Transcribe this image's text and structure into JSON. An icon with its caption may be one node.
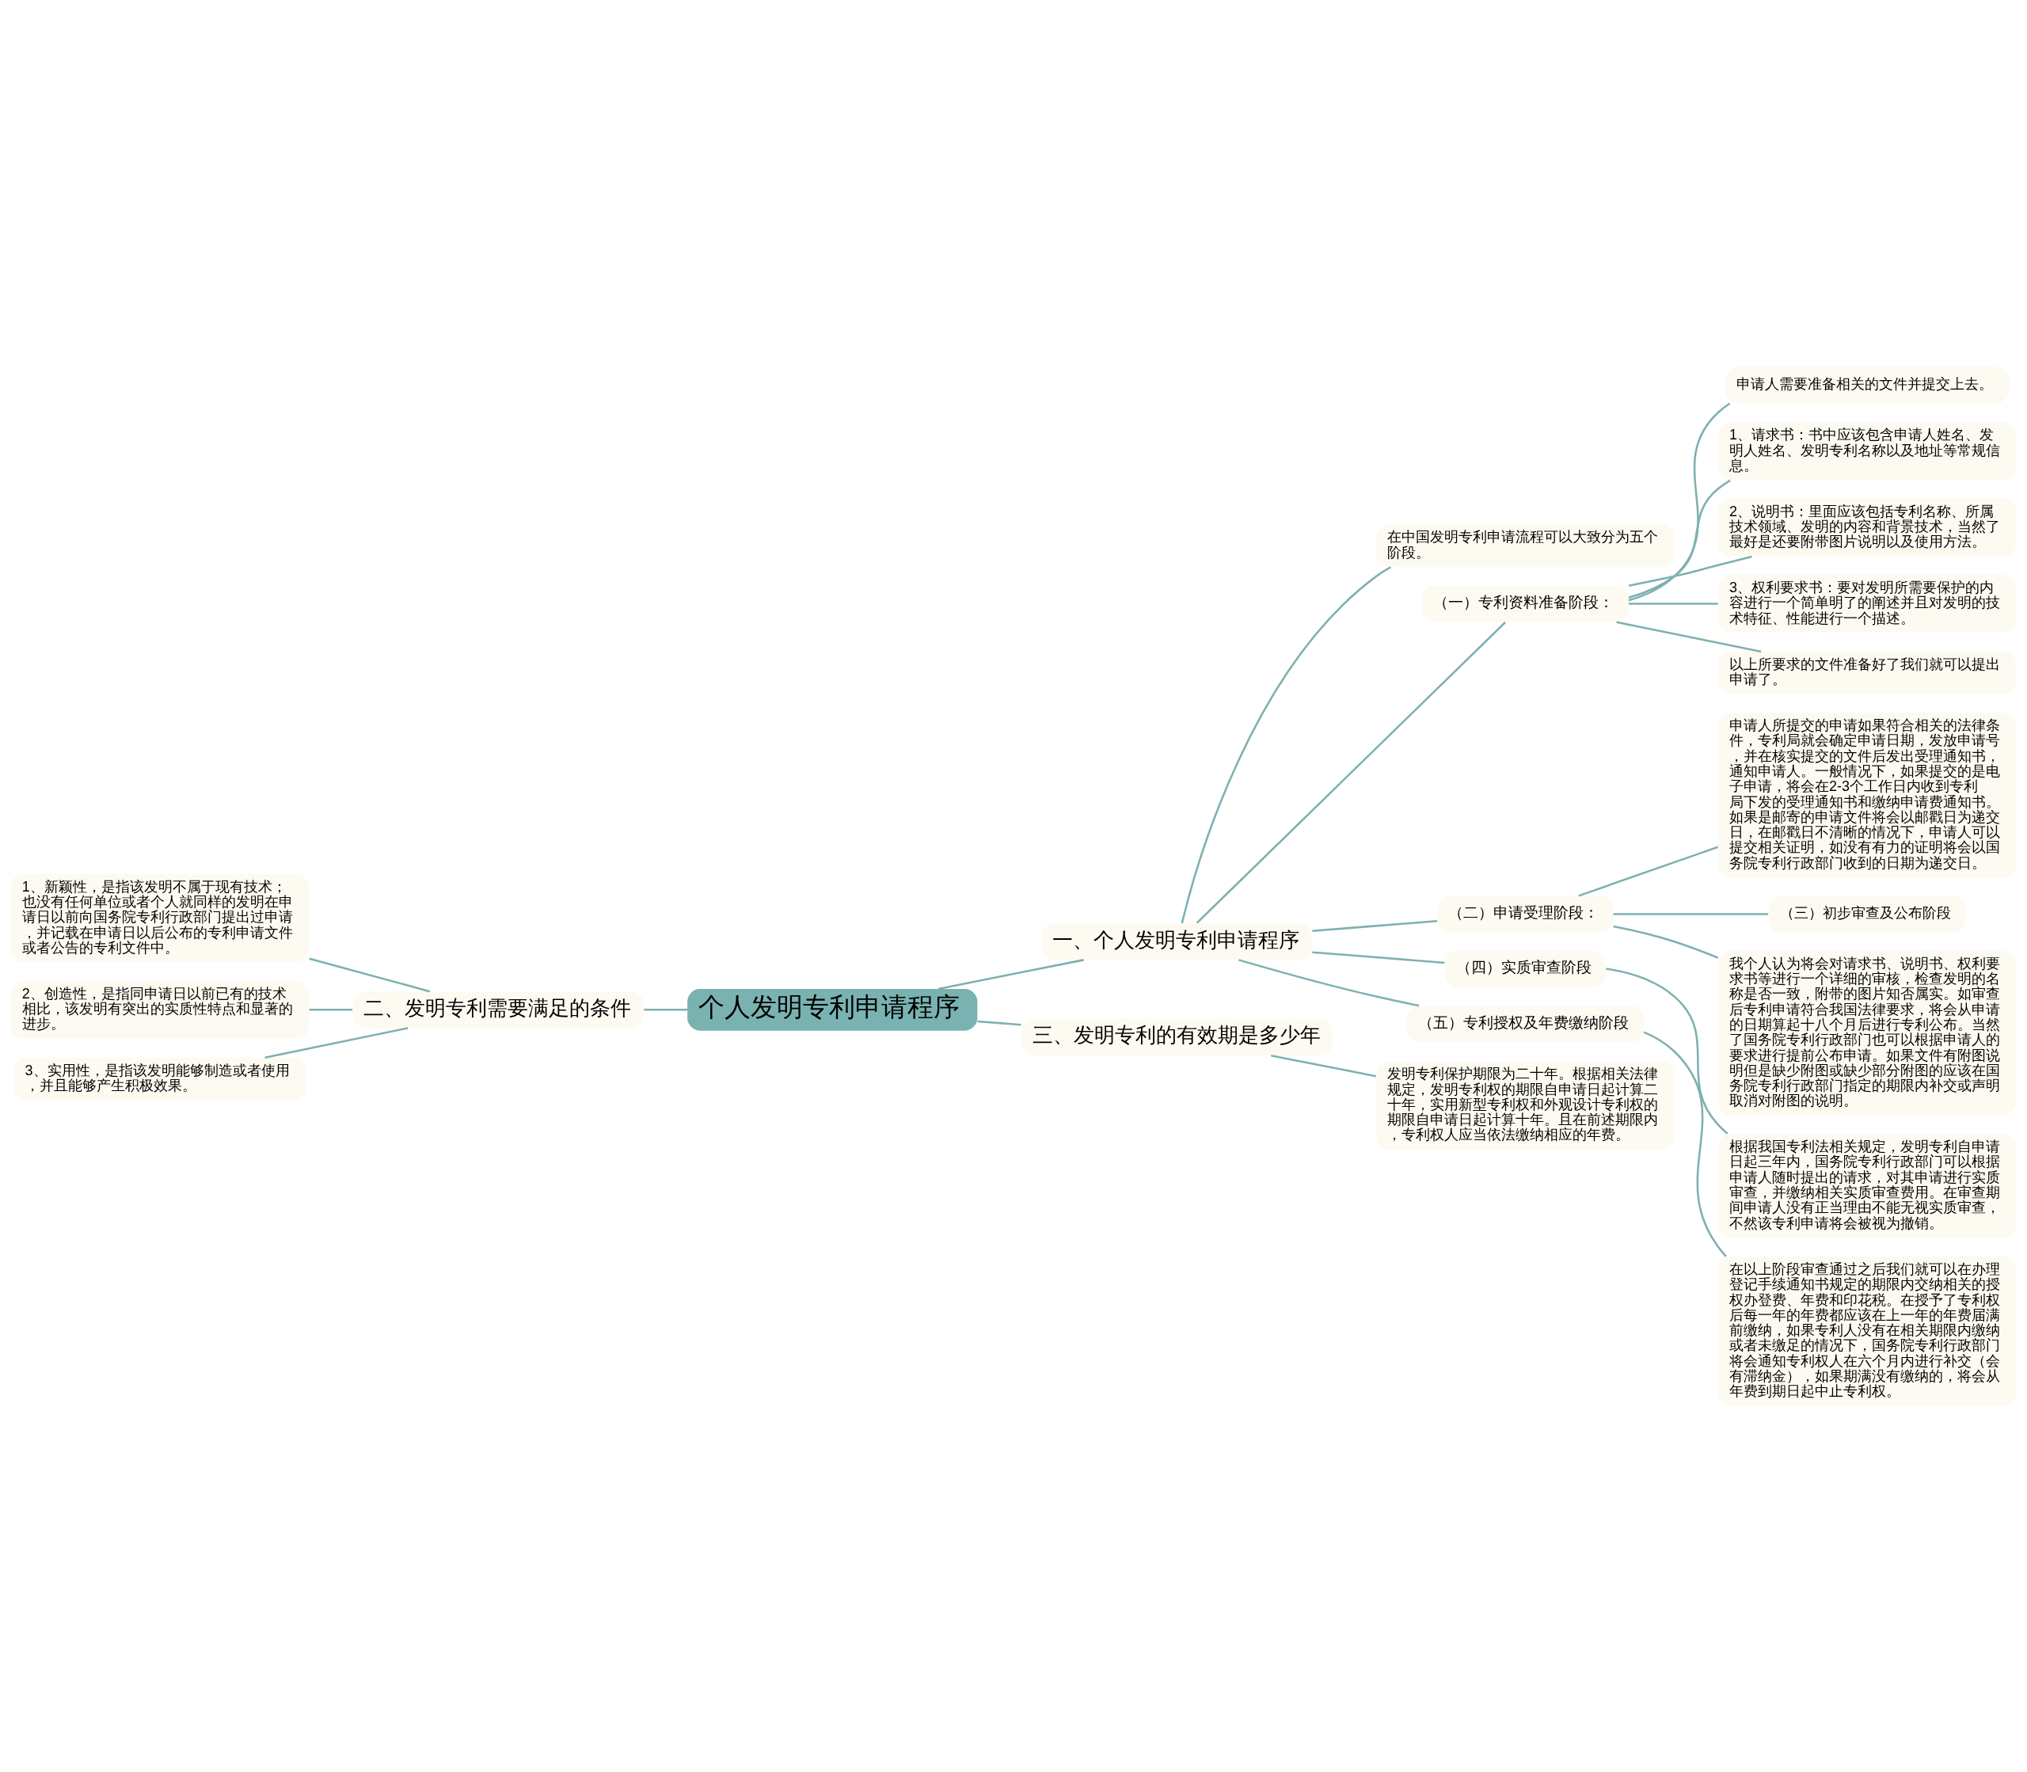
{
  "diagram": {
    "nodes": [
      {
        "text": [
          "个人发明专利申请程序"
        ]
      },
      {
        "text": [
          "一、个人发明专利申请程序"
        ]
      },
      {
        "text": [
          "在中国发明专利申请流程可以大致分为五个阶段。"
        ]
      },
      {
        "text": [
          "（一）专利资料准备阶段："
        ]
      },
      {
        "text": [
          "申请人需要准备相关的文件并提交上去。"
        ]
      },
      {
        "text": [
          "1、请求书：书中应该包含申请人姓名、发明人姓名、发明专利名称以及地址等常规信息。"
        ]
      },
      {
        "text": [
          "2、说明书：里面应该包括专利名称、所属技术领域、发明的内容和背景技术，当然了最好是还要附带图片说明以及使用方法。"
        ]
      },
      {
        "text": [
          "3、权利要求书：要对发明所需要保护的内容进行一个简单明了的阐述并且对发明的技术特征、性能进行一个描述。"
        ]
      },
      {
        "text": [
          "以上所要求的文件准备好了我们就可以提出申请了。"
        ]
      },
      {
        "text": [
          "（二）申请受理阶段："
        ]
      },
      {
        "text": [
          "申请人所提交的申请如果符合相关的法律条件，专利局就会确定申请日期，发放申请号，并在核实提交的文件后发出受理通知书，通知申请人。一般情况下，如果提交的是电子申请，将会在2-3个工作日内收到专利局下发的受理通知书和缴纳申请费通知书。如果是邮寄的申请文件将会以邮戳日为递交日，在邮戳日不清晰的情况下，申请人可以提交相关证明，如没有有力的证明将会以国务院专利行政部门收到的日期为递交日。"
        ]
      },
      {
        "text": [
          "（三）初步审查及公布阶段"
        ]
      },
      {
        "text": [
          "我个人认为将会对请求书、说明书、权利要求书等进行一个详细的审核，检查发明的名称是否一致，附带的图片知否属实。如审查后专利申请符合我国法律要求，将会从申请的日期算起十八个月后进行专利公布。当然了国务院专利行政部门也可以根据申请人的要求进行提前公布申请。如果文件有附图说明但是缺少附图或缺少部分附图的应该在国务院专利行政部门指定的期限内补交或声明取消对附图的说明。"
        ]
      },
      {
        "text": [
          "（四）实质审查阶段"
        ]
      },
      {
        "text": [
          "根据我国专利法相关规定，发明专利自申请日起三年内，国务院专利行政部门可以根据申请人随时提出的请求，对其申请进行实质审查，并缴纳相关实质审查费用。在审查期间申请人没有正当理由不能无视实质审查，不然该专利申请将会被视为撤销。"
        ]
      },
      {
        "text": [
          "（五）专利授权及年费缴纳阶段"
        ]
      },
      {
        "text": [
          "在以上阶段审查通过之后我们就可以在办理登记手续通知书规定的期限内交纳相关的授权办登费、年费和印花税。在授予了专利权后每一年的年费都应该在上一年的年费届满前缴纳，如果专利人没有在相关期限内缴纳或者未缴足的情况下，国务院专利行政部门将会通知专利权人在六个月内进行补交（会有滞纳金），如果期满没有缴纳的，将会从年费到期日起中止专利权。"
        ]
      },
      {
        "text": [
          "三、发明专利的有效期是多少年"
        ]
      },
      {
        "text": [
          "发明专利保护期限为二十年。根据相关法律规定，发明专利权的期限自申请日起计算二十年，实用新型专利权和外观设计专利权的期限自申请日起计算十年。且在前述期限内，专利权人应当依法缴纳相应的年费。"
        ]
      },
      {
        "text": [
          "二、发明专利需要满足的条件"
        ]
      },
      {
        "text": [
          "1、新颖性，是指该发明不属于现有技术；也没有任何单位或者个人就同样的发明在申请日以前向国务院专利行政部门提出过申请，并记载在申请日以后公布的专利申请文件或者公告的专利文件中。"
        ]
      },
      {
        "text": [
          "2、创造性，是指同申请日以前已有的技术相比，该发明有突出的实质性特点和显著的进步。"
        ]
      },
      {
        "text": [
          "3、实用性，是指该发明能够制造或者使用，并且能够产生积极效果。"
        ]
      }
    ],
    "edges": [
      {
        "from": 0,
        "to": 1,
        "arrow": "none"
      },
      {
        "from": 0,
        "to": 17,
        "arrow": "none"
      },
      {
        "from": 0,
        "to": 19,
        "arrow": "none"
      },
      {
        "from": 1,
        "to": 2,
        "arrow": "none"
      },
      {
        "from": 1,
        "to": 3,
        "arrow": "none"
      },
      {
        "from": 1,
        "to": 9,
        "arrow": "none"
      },
      {
        "from": 1,
        "to": 13,
        "arrow": "none"
      },
      {
        "from": 1,
        "to": 15,
        "arrow": "none"
      },
      {
        "from": 3,
        "to": 4,
        "arrow": "none"
      },
      {
        "from": 3,
        "to": 5,
        "arrow": "none"
      },
      {
        "from": 3,
        "to": 6,
        "arrow": "none"
      },
      {
        "from": 3,
        "to": 7,
        "arrow": "none"
      },
      {
        "from": 3,
        "to": 8,
        "arrow": "none"
      },
      {
        "from": 9,
        "to": 10,
        "arrow": "none"
      },
      {
        "from": 9,
        "to": 11,
        "arrow": "none"
      },
      {
        "from": 9,
        "to": 12,
        "arrow": "none"
      },
      {
        "from": 13,
        "to": 14,
        "arrow": "none"
      },
      {
        "from": 15,
        "to": 16,
        "arrow": "none"
      },
      {
        "from": 17,
        "to": 18,
        "arrow": "none"
      },
      {
        "from": 19,
        "to": 20,
        "arrow": "none"
      },
      {
        "from": 19,
        "to": 21,
        "arrow": "none"
      },
      {
        "from": 19,
        "to": 22,
        "arrow": "none"
      }
    ]
  }
}
